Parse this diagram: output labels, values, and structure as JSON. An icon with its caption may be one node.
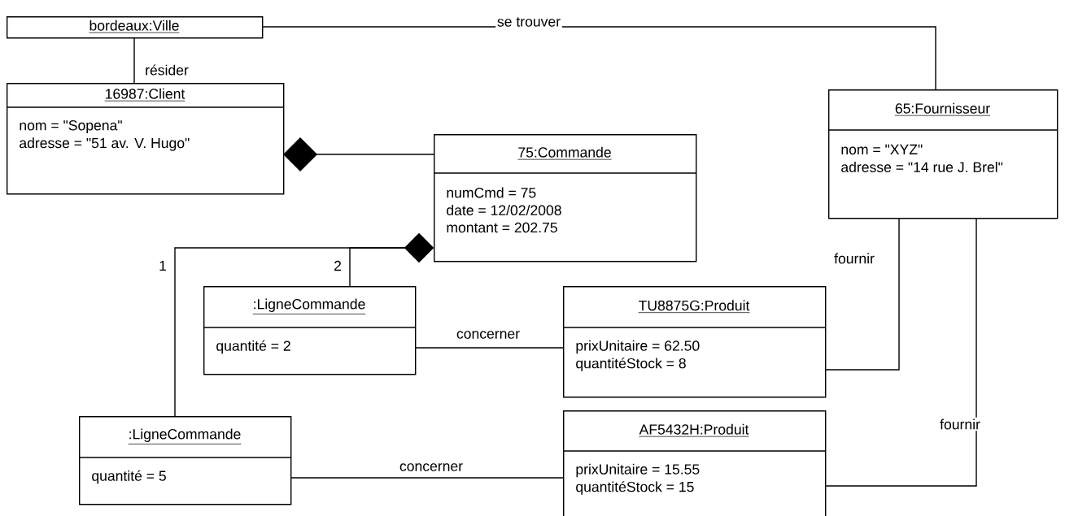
{
  "diagram": {
    "nodes": [
      {
        "text": [
          "bordeaux:Ville"
        ]
      },
      {
        "text": [
          "16987:Client",
          "nom = \"Sopena\"",
          "adresse = \"51 av. V. Hugo\""
        ]
      },
      {
        "text": [
          "65:Fournisseur",
          "nom = \"XYZ\"",
          "adresse = \"14 rue J. Brel\""
        ]
      },
      {
        "text": [
          "75:Commande",
          "numCmd = 75",
          "date = 12/02/2008",
          "montant = 202.75"
        ]
      },
      {
        "text": [
          ":LigneCommande",
          "quantité = 2"
        ]
      },
      {
        "text": [
          "TU8875G:Produit",
          "prixUnitaire = 62.50",
          "quantitéStock = 8"
        ]
      },
      {
        "text": [
          ":LigneCommande",
          "quantité = 5"
        ]
      },
      {
        "text": [
          "AF5432H:Produit",
          "prixUnitaire = 15.55",
          "quantitéStock = 15"
        ]
      }
    ],
    "edges": [
      {
        "from": 0,
        "to": 1,
        "arrow": "none",
        "label": "résider"
      },
      {
        "from": 0,
        "to": 2,
        "arrow": "none",
        "label": "se trouver"
      },
      {
        "from": 1,
        "to": 3,
        "arrow": "other"
      },
      {
        "from": 3,
        "to": 4,
        "arrow": "other",
        "label": "2"
      },
      {
        "from": 3,
        "to": 6,
        "arrow": "other",
        "label": "1"
      },
      {
        "from": 4,
        "to": 5,
        "arrow": "none",
        "label": "concerner"
      },
      {
        "from": 6,
        "to": 7,
        "arrow": "none",
        "label": "concerner"
      },
      {
        "from": 2,
        "to": 5,
        "arrow": "none",
        "label": "fournir"
      },
      {
        "from": 2,
        "to": 7,
        "arrow": "none",
        "label": "fournir"
      }
    ]
  }
}
